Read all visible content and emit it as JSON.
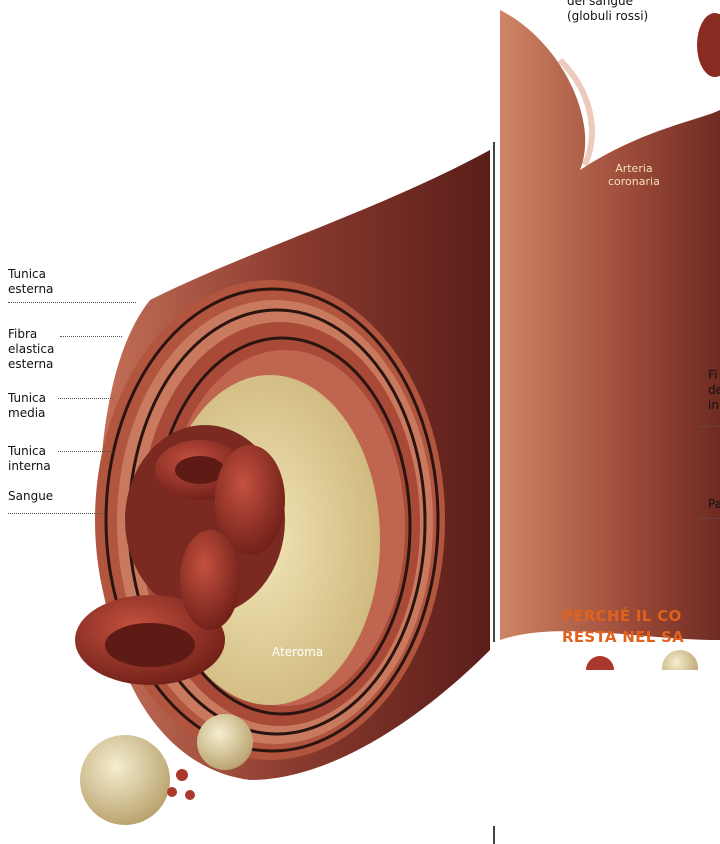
{
  "labels": {
    "tunica_esterna": "Tunica\nesterna",
    "fibra_elastica_esterna": "Fibra\nelastica\nesterna",
    "tunica_media": "Tunica\nmedia",
    "tunica_interna": "Tunica\ninterna",
    "sangue": "Sangue",
    "ateroma": "Ateroma",
    "arteria_coronaria": "Arteria\ncoronaria",
    "globuli_rossi": "del sangue\n(globuli rossi)",
    "cut_fi": "Fi\nde\nin",
    "cut_pa": "Pa"
  },
  "heading": {
    "text": "PERCHÉ IL CO\nRESTA NEL SA",
    "color": "#e0621c"
  },
  "colors": {
    "vessel": "#8c3a2e",
    "vessel_dark": "#5e1f1a",
    "vessel_light": "#c06a52",
    "atheroma": "#e6d398",
    "blood_cell": "#a8392c"
  }
}
